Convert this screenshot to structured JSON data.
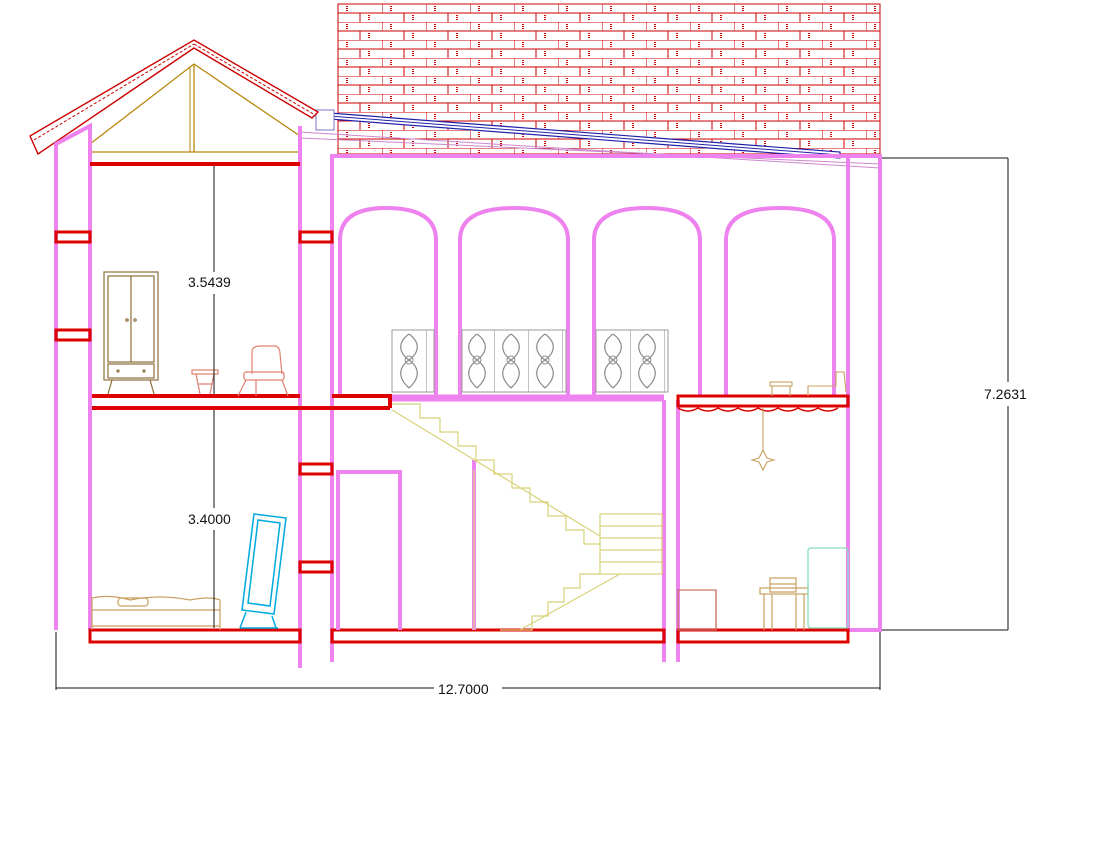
{
  "drawing": {
    "dimensions": {
      "upper_floor_height": "3.5439",
      "lower_floor_height": "3.4000",
      "total_height": "7.2631",
      "total_width": "12.7000"
    },
    "colors": {
      "wall": "#ee82ee",
      "slab": "#dd0000",
      "roof_truss": "#b8860b",
      "stairs": "#d8d27a",
      "railing": "#999999",
      "mirror": "#00aadd",
      "furniture": "#c8a060",
      "chair": "#e08070",
      "roof_panel": "#2222aa",
      "fridge": "#88ddbb",
      "dimension": "#111111"
    },
    "icons": [
      "wardrobe-icon",
      "side-table-icon",
      "armchair-icon",
      "bed-icon",
      "mirror-icon",
      "pendant-lamp-icon",
      "desk-icon",
      "chair-icon",
      "fridge-icon",
      "balcony-railing-icon",
      "staircase-icon",
      "brick-wall-icon"
    ]
  }
}
